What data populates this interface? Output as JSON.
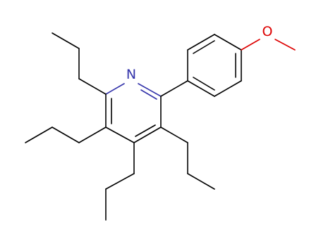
{
  "molecule": {
    "atoms": [
      {
        "element": "N",
        "label": "N",
        "color": "#3333aa"
      },
      {
        "element": "O",
        "label": "O",
        "color": "#dd0000"
      }
    ],
    "colors": {
      "bond": "#000000",
      "nitrogen": "#3333aa",
      "oxygen": "#dd0000",
      "background": "#ffffff"
    }
  }
}
